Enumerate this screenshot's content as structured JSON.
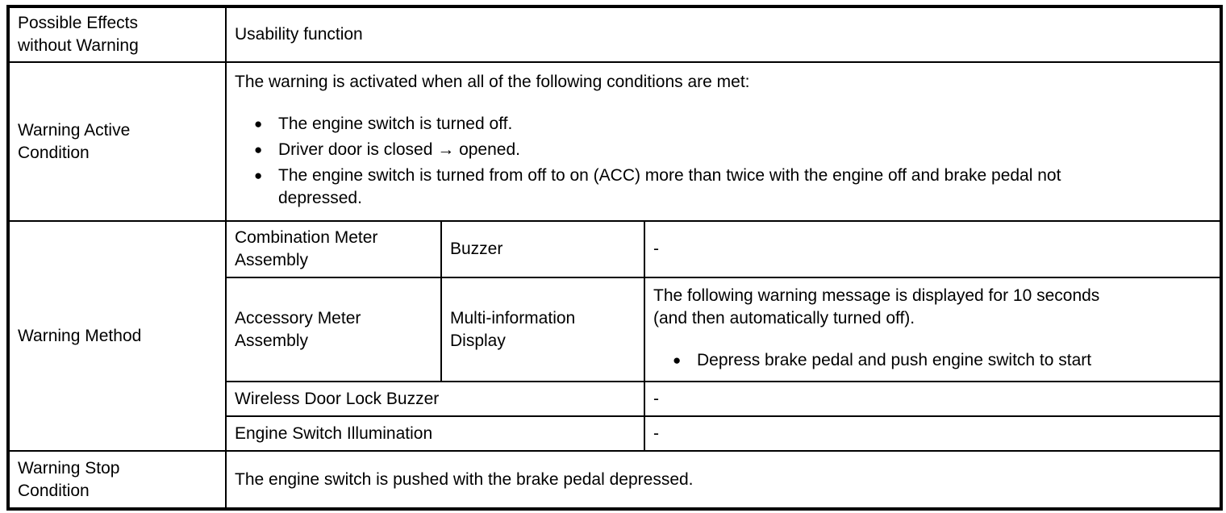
{
  "glyphs": {
    "bullet": "●"
  },
  "table": {
    "rows": {
      "possible_effects": {
        "label": "Possible Effects\nwithout Warning",
        "value": "Usability function"
      },
      "warning_active": {
        "label": "Warning Active\nCondition",
        "intro": "The warning is activated when all of the following conditions are met:",
        "bullets": [
          "The engine switch is turned off.",
          "Driver door is closed → opened.",
          "The engine switch is turned from off to on (ACC) more than twice with the engine off and brake pedal not\ndepressed."
        ]
      },
      "warning_method": {
        "label": "Warning Method",
        "entries": [
          {
            "component": "Combination Meter\nAssembly",
            "part": "Buzzer",
            "description": "-"
          },
          {
            "component": "Accessory Meter\nAssembly",
            "part": "Multi-information\nDisplay",
            "description_intro": "The following warning message is displayed for 10 seconds\n(and then automatically turned off).",
            "description_bullets": [
              "Depress brake pedal and push engine switch to start"
            ]
          },
          {
            "component": "Wireless Door Lock Buzzer",
            "description": "-"
          },
          {
            "component": "Engine Switch Illumination",
            "description": "-"
          }
        ]
      },
      "warning_stop": {
        "label": "Warning Stop\nCondition",
        "value": "The engine switch is pushed with the brake pedal depressed."
      }
    }
  }
}
